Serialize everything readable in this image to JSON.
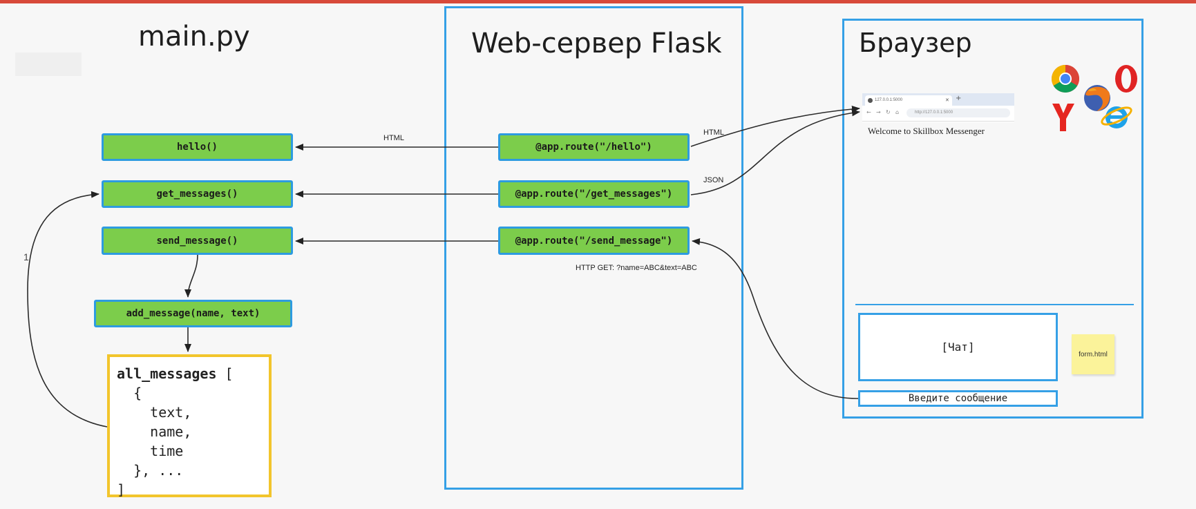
{
  "titles": {
    "main": "main.py",
    "flask": "Web-сервер Flask",
    "browser": "Браузер"
  },
  "functions": {
    "hello": "hello()",
    "get_messages": "get_messages()",
    "send_message": "send_message()",
    "add_message": "add_message(name, text)"
  },
  "routes": {
    "hello": "@app.route(\"/hello\")",
    "get_messages": "@app.route(\"/get_messages\")",
    "send_message": "@app.route(\"/send_message\")"
  },
  "all_messages": {
    "line1_name": "all_messages",
    "line1_bracket": " [",
    "line2": "  {",
    "line3": "    text,",
    "line4": "    name,",
    "line5": "    time",
    "line6": "  }, ...",
    "line7": "]"
  },
  "labels": {
    "html_left": "HTML",
    "html_right": "HTML",
    "json": "JSON",
    "http_get": "HTTP GET: ?name=ABC&text=ABC",
    "one": "1"
  },
  "browser": {
    "tab_title": "127.0.0.1:5000",
    "url": "http://127.0.0.1:5000",
    "welcome": "Welcome to Skillbox Messenger",
    "chat": "[Чат]",
    "message_input": "Введите сообщение",
    "sticky": "form.html"
  },
  "colors": {
    "panel_border": "#35a0e6",
    "function_fill": "#7ccd4b",
    "list_border": "#f2c52c",
    "top_bar": "#d84a3a"
  },
  "icons": [
    "chrome-icon",
    "firefox-icon",
    "opera-icon",
    "yandex-icon",
    "internet-explorer-icon"
  ]
}
